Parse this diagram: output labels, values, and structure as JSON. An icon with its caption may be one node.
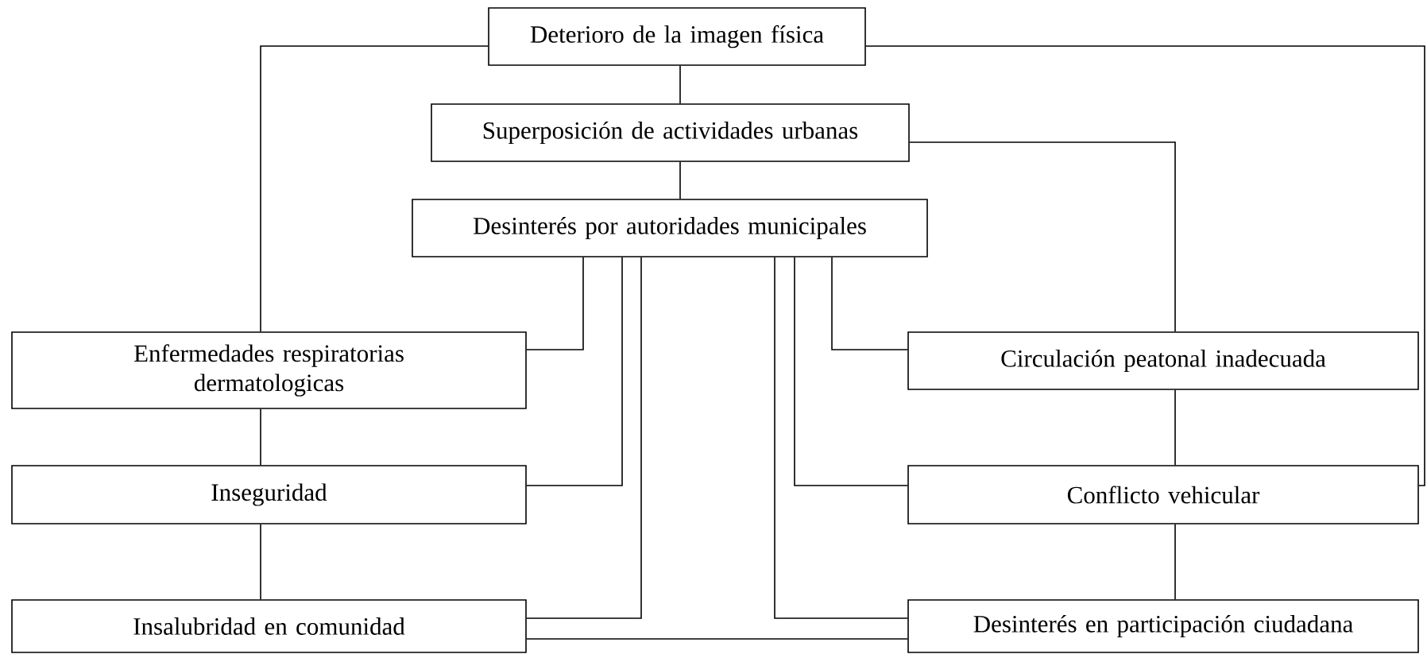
{
  "diagram": {
    "nodes": [
      {
        "text": [
          "Deterioro de la imagen física"
        ]
      },
      {
        "text": [
          "Superposición de actividades urbanas"
        ]
      },
      {
        "text": [
          "Desinterés por autoridades municipales"
        ]
      },
      {
        "text": [
          "Enfermedades respiratorias dermatologicas"
        ]
      },
      {
        "text": [
          "Circulación peatonal inadecuada"
        ]
      },
      {
        "text": [
          "Inseguridad"
        ]
      },
      {
        "text": [
          "Conflicto vehicular"
        ]
      },
      {
        "text": [
          "Insalubridad en comunidad"
        ]
      },
      {
        "text": [
          "Desinterés en participación ciudadana"
        ]
      }
    ],
    "edges": [
      {
        "from": 0,
        "to": 1,
        "arrow": "none"
      },
      {
        "from": 1,
        "to": 2,
        "arrow": "none"
      },
      {
        "from": 0,
        "to": 3,
        "arrow": "none"
      },
      {
        "from": 0,
        "to": 6,
        "arrow": "none"
      },
      {
        "from": 1,
        "to": 4,
        "arrow": "none"
      },
      {
        "from": 2,
        "to": 3,
        "arrow": "none"
      },
      {
        "from": 2,
        "to": 5,
        "arrow": "none"
      },
      {
        "from": 2,
        "to": 7,
        "arrow": "none"
      },
      {
        "from": 2,
        "to": 8,
        "arrow": "none"
      },
      {
        "from": 2,
        "to": 6,
        "arrow": "none"
      },
      {
        "from": 2,
        "to": 4,
        "arrow": "none"
      },
      {
        "from": 3,
        "to": 5,
        "arrow": "none"
      },
      {
        "from": 4,
        "to": 6,
        "arrow": "none"
      },
      {
        "from": 5,
        "to": 7,
        "arrow": "none"
      },
      {
        "from": 6,
        "to": 8,
        "arrow": "none"
      },
      {
        "from": 7,
        "to": 8,
        "arrow": "none"
      }
    ]
  }
}
